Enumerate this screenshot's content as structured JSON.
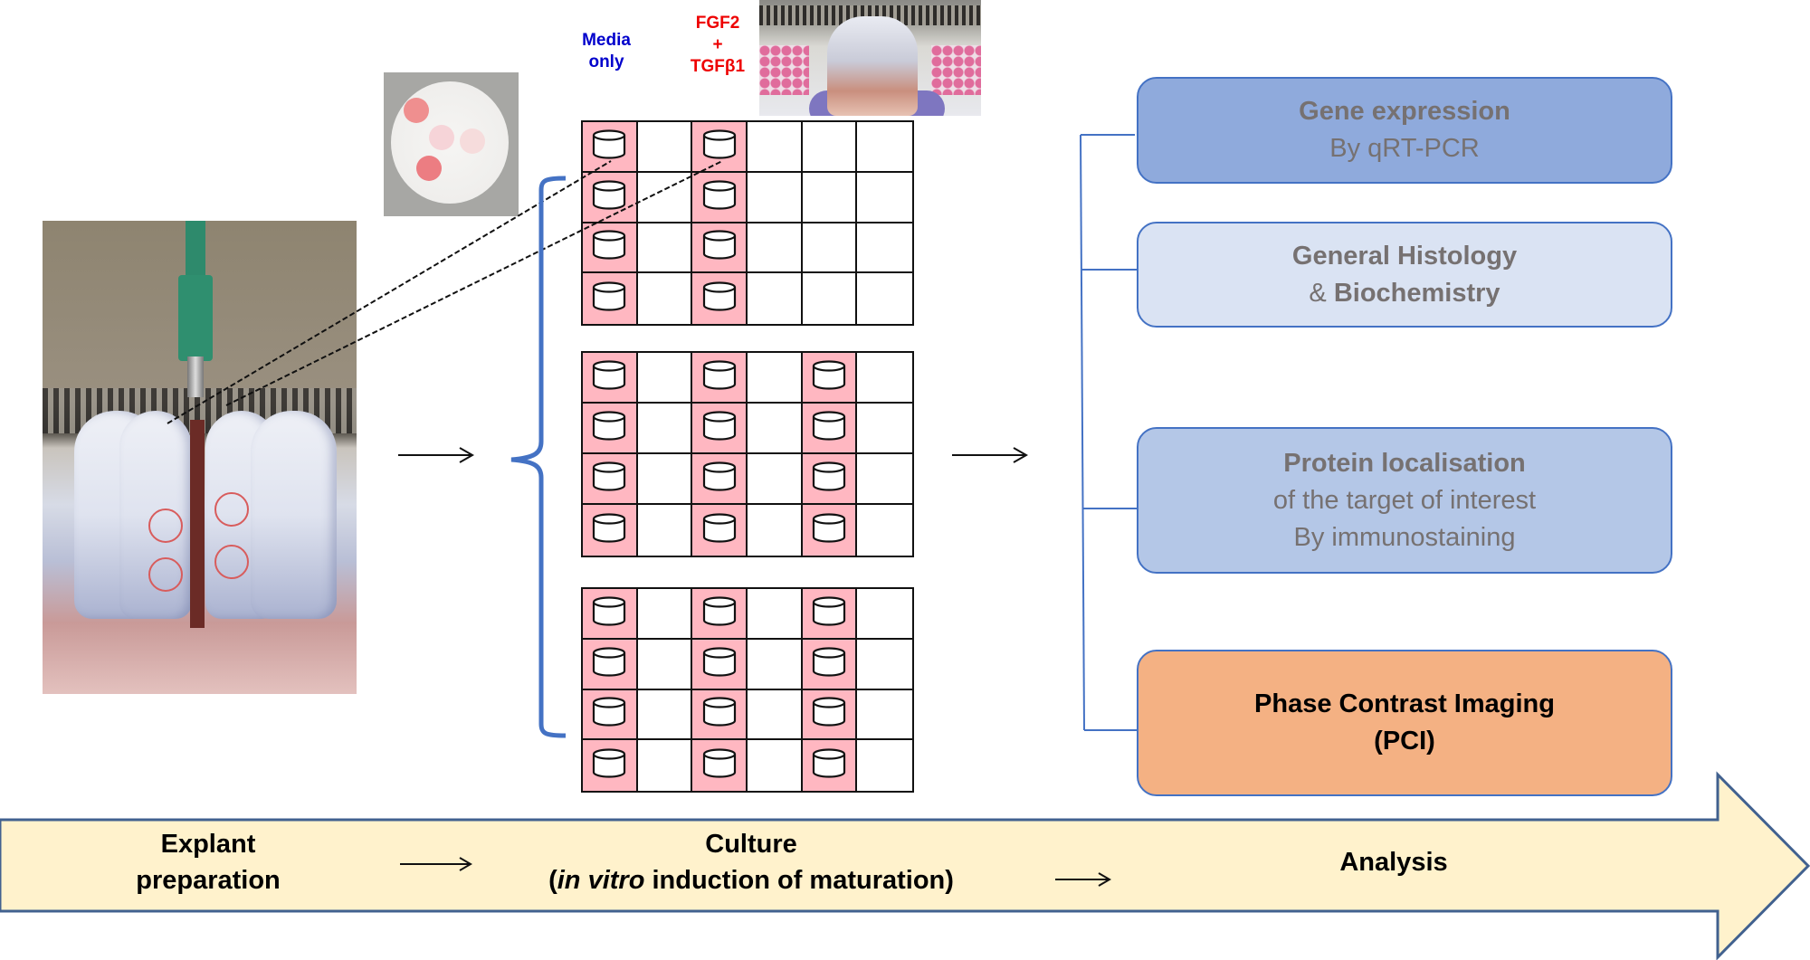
{
  "figure": {
    "column_labels": {
      "media_only": [
        "Media",
        "only"
      ],
      "treatment": [
        "FGF2",
        "+",
        "TGFβ1"
      ]
    },
    "colors": {
      "media_only_label": "#0000cc",
      "treatment_label": "#ee0000",
      "well_fill": "#ffb7c1",
      "bracket": "#4472c4",
      "timeline_fill": "#fff2cc",
      "timeline_stroke": "#41618f"
    },
    "photos": {
      "explant": "explant-photo",
      "dish": "cartilage-plugs-dish-photo",
      "setup": "explant-culture-setup-photo"
    },
    "plates": [
      {
        "rows": 4,
        "cols": 6,
        "filled_columns": [
          0,
          2
        ]
      },
      {
        "rows": 4,
        "cols": 6,
        "filled_columns": [
          0,
          2,
          4
        ]
      },
      {
        "rows": 4,
        "cols": 6,
        "filled_columns": [
          0,
          2,
          4
        ]
      }
    ],
    "analysis": [
      {
        "id": "gene",
        "title": "Gene expression",
        "lines": [
          "By qRT-PCR"
        ],
        "fill": "#8faadc"
      },
      {
        "id": "histo",
        "title_parts": [
          "General Histology"
        ],
        "line2_prefix": "& ",
        "line2_bold": "Biochemistry",
        "fill": "#dae3f3"
      },
      {
        "id": "protein",
        "title": "Protein localisation",
        "lines": [
          "of the target of interest",
          "By immunostaining"
        ],
        "fill": "#b4c7e7"
      },
      {
        "id": "pci",
        "title": "Phase Contrast Imaging",
        "lines": [
          "(PCI)"
        ],
        "fill": "#f4b183"
      }
    ],
    "timeline": {
      "explant": [
        "Explant",
        "preparation"
      ],
      "culture": {
        "line1": "Culture",
        "open": "(",
        "italic": "in vitro",
        "rest": " induction of maturation)"
      },
      "analysis": "Analysis"
    }
  }
}
